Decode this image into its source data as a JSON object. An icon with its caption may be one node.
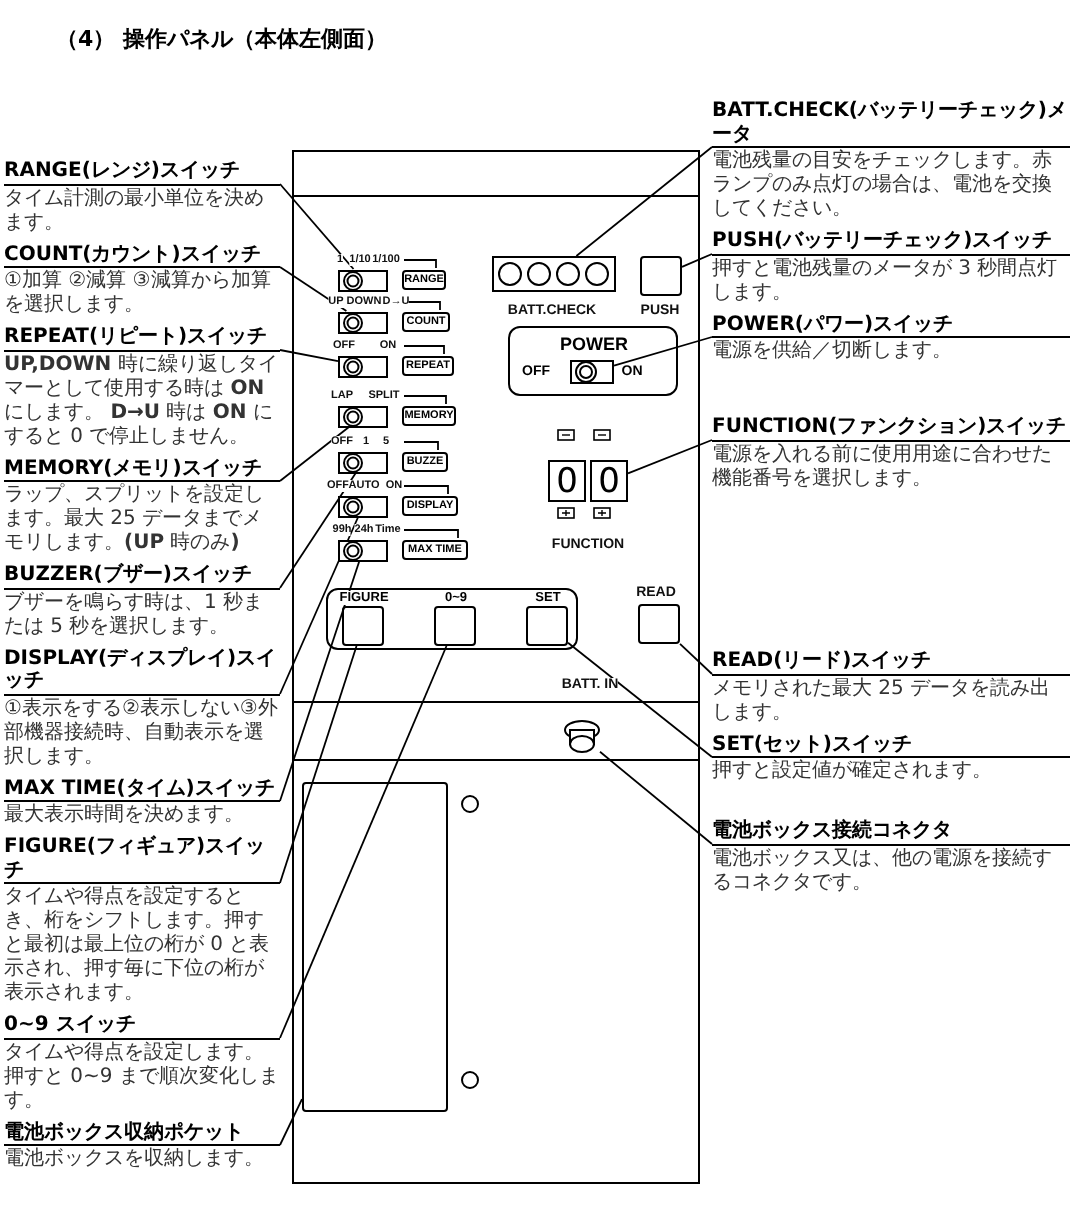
{
  "diagram": {
    "title": "（4） 操作パネル（本体左側面）",
    "nodes": [
      {
        "text": [
          "RANGE(レンジ)スイッチ",
          "タイム計測の最小単位を決めます。"
        ]
      },
      {
        "text": [
          "COUNT(カウント)スイッチ",
          "①加算 ②減算 ③減算から加算を選択します。"
        ]
      },
      {
        "text": [
          "REPEAT(リピート)スイッチ",
          "**UP,DOWN** 時に繰り返しタイマーとして使用する時は **ON** にします。 **D→U** 時は **ON** にすると 0 で停止しません。"
        ]
      },
      {
        "text": [
          "MEMORY(メモリ)スイッチ",
          "ラップ、スプリットを設定します。最大 25 データまでメモリします。**(UP** 時のみ**)**"
        ]
      },
      {
        "text": [
          "BUZZER(ブザー)スイッチ",
          "ブザーを鳴らす時は、1 秒または 5 秒を選択します。"
        ]
      },
      {
        "text": [
          "DISPLAY(ディスプレイ)スイッチ",
          "①表示をする②表示しない③外部機器接続時、自動表示を選択します。"
        ]
      },
      {
        "text": [
          "MAX TIME(タイム)スイッチ",
          "最大表示時間を決めます。"
        ]
      },
      {
        "text": [
          "FIGURE(フィギュア)スイッチ",
          "タイムや得点を設定するとき、桁をシフトします。押すと最初は最上位の桁が 0 と表示され、押す毎に下位の桁が表示されます。"
        ]
      },
      {
        "text": [
          "0~9 スイッチ",
          "タイムや得点を設定します。押すと 0~9 まで順次変化します。"
        ]
      },
      {
        "text": [
          "電池ボックス収納ポケット",
          "電池ボックスを収納します。"
        ]
      },
      {
        "text": [
          "BATT.CHECK(バッテリーチェック)メータ",
          "電池残量の目安をチェックします。赤ランプのみ点灯の場合は、電池を交換してください。"
        ]
      },
      {
        "text": [
          "PUSH(バッテリーチェック)スイッチ",
          "押すと電池残量のメータが 3 秒間点灯します。"
        ]
      },
      {
        "text": [
          "POWER(パワー)スイッチ",
          "電源を供給／切断します。"
        ]
      },
      {
        "text": [
          "FUNCTION(ファンクション)スイッチ",
          "電源を入れる前に使用用途に合わせた機能番号を選択します。"
        ]
      },
      {
        "text": [
          "READ(リード)スイッチ",
          "メモリされた最大 25 データを読み出します。"
        ]
      },
      {
        "text": [
          "SET(セット)スイッチ",
          "押すと設定値が確定されます。"
        ]
      },
      {
        "text": [
          "電池ボックス接続コネクタ",
          "電池ボックス又は、他の電源を接続するコネクタです。"
        ]
      },
      {
        "text": [],
        "shape": "box"
      },
      {
        "text": [],
        "shape": "switch",
        "in": 17
      },
      {
        "text": [],
        "shape": "switch",
        "in": 17
      },
      {
        "text": [],
        "shape": "switch",
        "in": 17
      },
      {
        "text": [],
        "shape": "switch",
        "in": 17
      },
      {
        "text": [],
        "shape": "switch",
        "in": 17
      },
      {
        "text": [],
        "shape": "switch",
        "in": 17
      },
      {
        "text": [],
        "shape": "switch",
        "in": 17
      },
      {
        "text": [
          "RANGE"
        ],
        "in": 17
      },
      {
        "text": [
          "COUNT"
        ],
        "in": 17
      },
      {
        "text": [
          "REPEAT"
        ],
        "in": 17
      },
      {
        "text": [
          "MEMORY"
        ],
        "in": 17
      },
      {
        "text": [
          "BUZZE"
        ],
        "in": 17
      },
      {
        "text": [
          "DISPLAY"
        ],
        "in": 17
      },
      {
        "text": [
          "MAX TIME"
        ],
        "in": 17
      },
      {
        "text": [],
        "shape": "meter",
        "in": 17
      },
      {
        "text": [],
        "shape": "box",
        "in": 17
      },
      {
        "text": [
          "POWER",
          "OFF",
          "ON"
        ],
        "in": 17
      },
      {
        "text": [],
        "shape": "switch",
        "in": 34
      },
      {
        "text": [],
        "shape": "box",
        "in": 17
      },
      {
        "text": [
          "0"
        ],
        "in": 36
      },
      {
        "text": [
          "0"
        ],
        "in": 36
      },
      {
        "text": [
          "FIGURE",
          "0~9",
          "SET"
        ],
        "in": 17
      },
      {
        "text": [],
        "shape": "box",
        "in": 39
      },
      {
        "text": [],
        "shape": "box",
        "in": 39
      },
      {
        "text": [],
        "shape": "box",
        "in": 39
      },
      {
        "text": [],
        "shape": "box",
        "in": 17
      },
      {
        "text": [],
        "shape": "connector",
        "in": 17
      },
      {
        "text": [],
        "shape": "box",
        "in": 17
      }
    ],
    "edges": [
      {
        "from": 0,
        "to": 18,
        "arrow": "none"
      },
      {
        "from": 1,
        "to": 19,
        "arrow": "none"
      },
      {
        "from": 2,
        "to": 20,
        "arrow": "none"
      },
      {
        "from": 3,
        "to": 21,
        "arrow": "none"
      },
      {
        "from": 4,
        "to": 22,
        "arrow": "none"
      },
      {
        "from": 5,
        "to": 23,
        "arrow": "none"
      },
      {
        "from": 6,
        "to": 24,
        "arrow": "none"
      },
      {
        "from": 7,
        "to": 40,
        "arrow": "none"
      },
      {
        "from": 8,
        "to": 41,
        "arrow": "none"
      },
      {
        "from": 9,
        "to": 45,
        "arrow": "none"
      },
      {
        "from": 10,
        "to": 32,
        "arrow": "none"
      },
      {
        "from": 11,
        "to": 33,
        "arrow": "none"
      },
      {
        "from": 12,
        "to": 35,
        "arrow": "none"
      },
      {
        "from": 13,
        "to": 38,
        "arrow": "none"
      },
      {
        "from": 14,
        "to": 43,
        "arrow": "none"
      },
      {
        "from": 15,
        "to": 42,
        "arrow": "none"
      },
      {
        "from": 16,
        "to": 44,
        "arrow": "none"
      }
    ],
    "labels": [
      "1",
      "1/10",
      "1/100",
      "UP",
      "DOWN",
      "D→U",
      "OFF",
      "ON",
      "LAP",
      "SPLIT",
      "OFF",
      "1",
      "5",
      "OFF",
      "AUTO",
      "ON",
      "99h",
      "24h",
      "Time",
      "BATT.CHECK",
      "PUSH",
      "FUNCTION",
      "READ",
      "BATT. IN"
    ]
  }
}
